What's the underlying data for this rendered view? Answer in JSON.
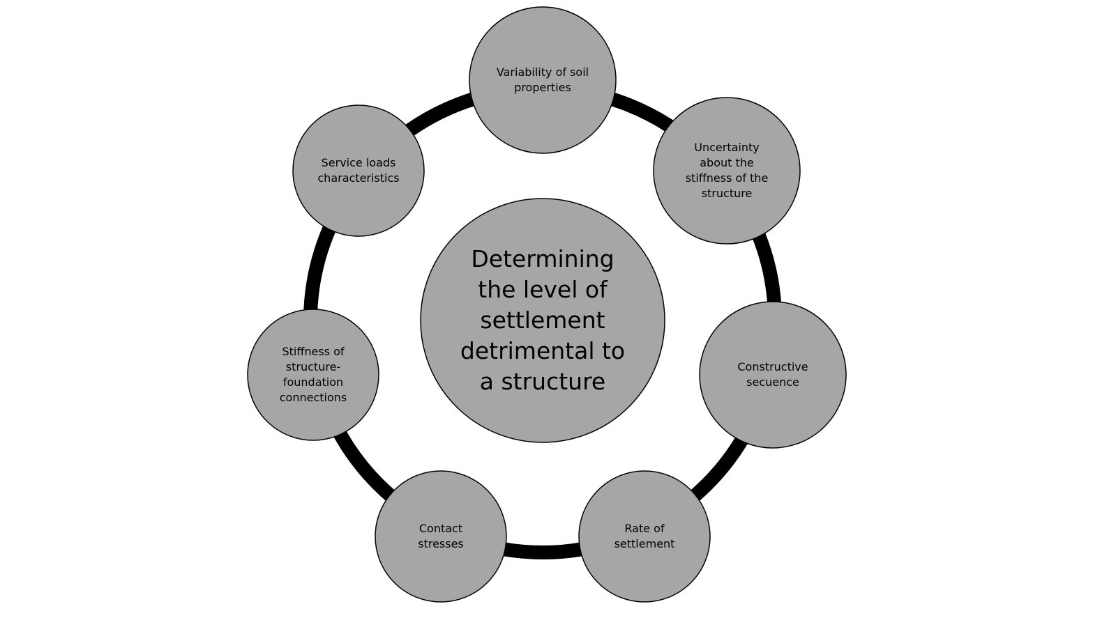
{
  "center": {
    "label": "Determining\nthe level of\nsettlement\ndetrimental to\na structure"
  },
  "nodes": [
    {
      "id": "soil",
      "label": "Variability of soil\nproperties"
    },
    {
      "id": "uncertainty",
      "label": "Uncertainty\nabout the\nstiffness of the\nstructure"
    },
    {
      "id": "constructive",
      "label": "Constructive\nsecuence"
    },
    {
      "id": "rate",
      "label": "Rate of\nsettlement"
    },
    {
      "id": "contact",
      "label": "Contact\nstresses"
    },
    {
      "id": "stiffness",
      "label": "Stiffness of\nstructure-\nfoundation\nconnections"
    },
    {
      "id": "service",
      "label": "Service loads\ncharacteristics"
    }
  ],
  "colors": {
    "circle_fill": "#a6a6a6",
    "ring": "#000000",
    "text": "#000000"
  }
}
